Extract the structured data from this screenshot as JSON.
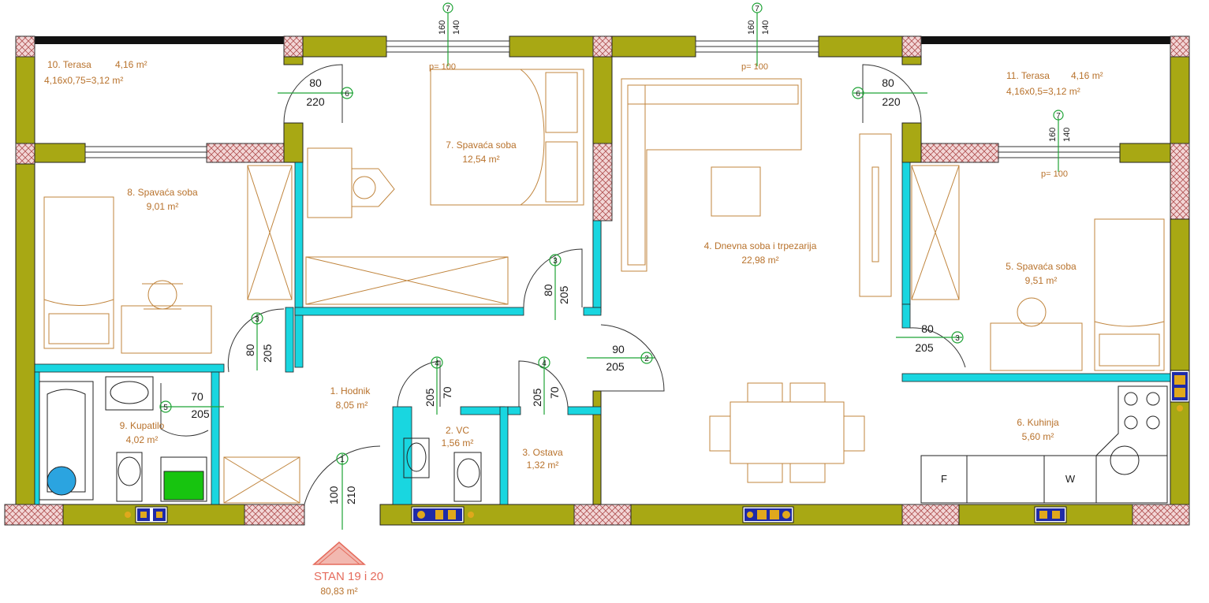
{
  "rooms": {
    "r1": {
      "name": "1. Hodnik",
      "area": "8,05 m²"
    },
    "r2": {
      "name": "2. VC",
      "area": "1,56 m²"
    },
    "r3": {
      "name": "3. Ostava",
      "area": "1,32 m²"
    },
    "r4": {
      "name": "4. Dnevna soba i trpezarija",
      "area": "22,98 m²"
    },
    "r5": {
      "name": "5. Spavaća soba",
      "area": "9,51 m²"
    },
    "r6": {
      "name": "6. Kuhinja",
      "area": "5,60 m²"
    },
    "r7": {
      "name": "7. Spavaća soba",
      "area": "12,54 m²"
    },
    "r8": {
      "name": "8. Spavaća soba",
      "area": "9,01 m²"
    },
    "r9": {
      "name": "9. Kupatilo",
      "area": "4,02 m²"
    },
    "r10": {
      "name": "10. Terasa",
      "area": "4,16 m²",
      "calc": "4,16x0,75=3,12 m²"
    },
    "r11": {
      "name": "11. Terasa",
      "area": "4,16 m²",
      "calc": "4,16x0,5=3,12 m²"
    }
  },
  "windows": [
    {
      "tag": "7",
      "h1": "160",
      "h2": "140",
      "parapet": "p= 100"
    },
    {
      "tag": "7",
      "h1": "160",
      "h2": "140",
      "parapet": "p= 100"
    },
    {
      "tag": "7",
      "h1": "160",
      "h2": "140",
      "parapet": "p= 100"
    }
  ],
  "doors": [
    {
      "tag": "6",
      "w": "80",
      "h": "220"
    },
    {
      "tag": "6",
      "w": "80",
      "h": "220"
    },
    {
      "tag": "3",
      "w": "80",
      "h": "205"
    },
    {
      "tag": "3",
      "w": "80",
      "h": "205"
    },
    {
      "tag": "3",
      "w": "80",
      "h": "205"
    },
    {
      "tag": "2",
      "w": "90",
      "h": "205"
    },
    {
      "tag": "5",
      "w": "70",
      "h": "205"
    },
    {
      "tag": "4",
      "w": "70",
      "h": "205"
    },
    {
      "tag": "4",
      "w": "70",
      "h": "205"
    },
    {
      "tag": "1",
      "w": "100",
      "h": "210"
    }
  ],
  "appliances": {
    "fridge": "F",
    "washer": "W"
  },
  "apartment": {
    "title": "STAN 19 i 20",
    "area": "80,83 m²"
  }
}
